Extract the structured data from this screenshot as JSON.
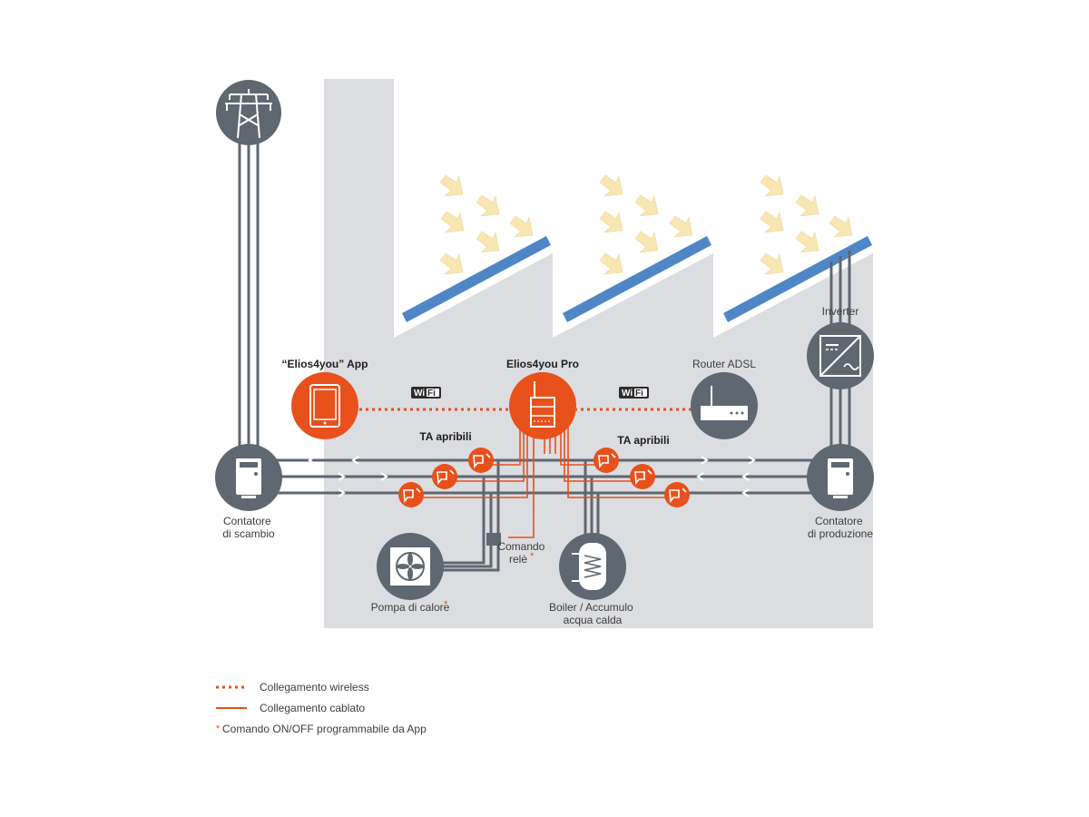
{
  "colors": {
    "grey_dark": "#5f6771",
    "grey_building": "#dcdde0",
    "orange": "#e8501c",
    "panel_blue": "#4f86c6",
    "sun_arrow": "#f8e6b3"
  },
  "icons": {
    "grid": "power-pylon-icon",
    "app": "tablet-icon",
    "hub": "elios4you-device-icon",
    "router": "router-icon",
    "inverter": "inverter-icon",
    "meter": "meter-icon",
    "heat_pump": "fan-icon",
    "boiler": "boiler-tank-icon",
    "ta": "current-clamp-icon",
    "wifi": "wifi-badge-icon"
  },
  "labels": {
    "app": "“Elios4you” App",
    "hub": "Elios4you Pro",
    "router": "Router ADSL",
    "inverter": "Inverter",
    "ta_left": "TA apribili",
    "ta_right": "TA apribili",
    "exchange_meter": [
      "Contatore",
      "di scambio"
    ],
    "production_meter": [
      "Contatore",
      "di produzione"
    ],
    "relay": [
      "Comando",
      "relè"
    ],
    "heat_pump": "Pompa di calore",
    "boiler": [
      "Boiler / Accumulo",
      "acqua calda"
    ],
    "asterisk": "*"
  },
  "wifi_badge": {
    "wi": "Wi",
    "fi": "Fi"
  },
  "legend": {
    "wireless": "Collegamento wireless",
    "wired": "Collegamento cablato",
    "note_mark": "*",
    "note": "Comando ON/OFF programmabile da App"
  }
}
